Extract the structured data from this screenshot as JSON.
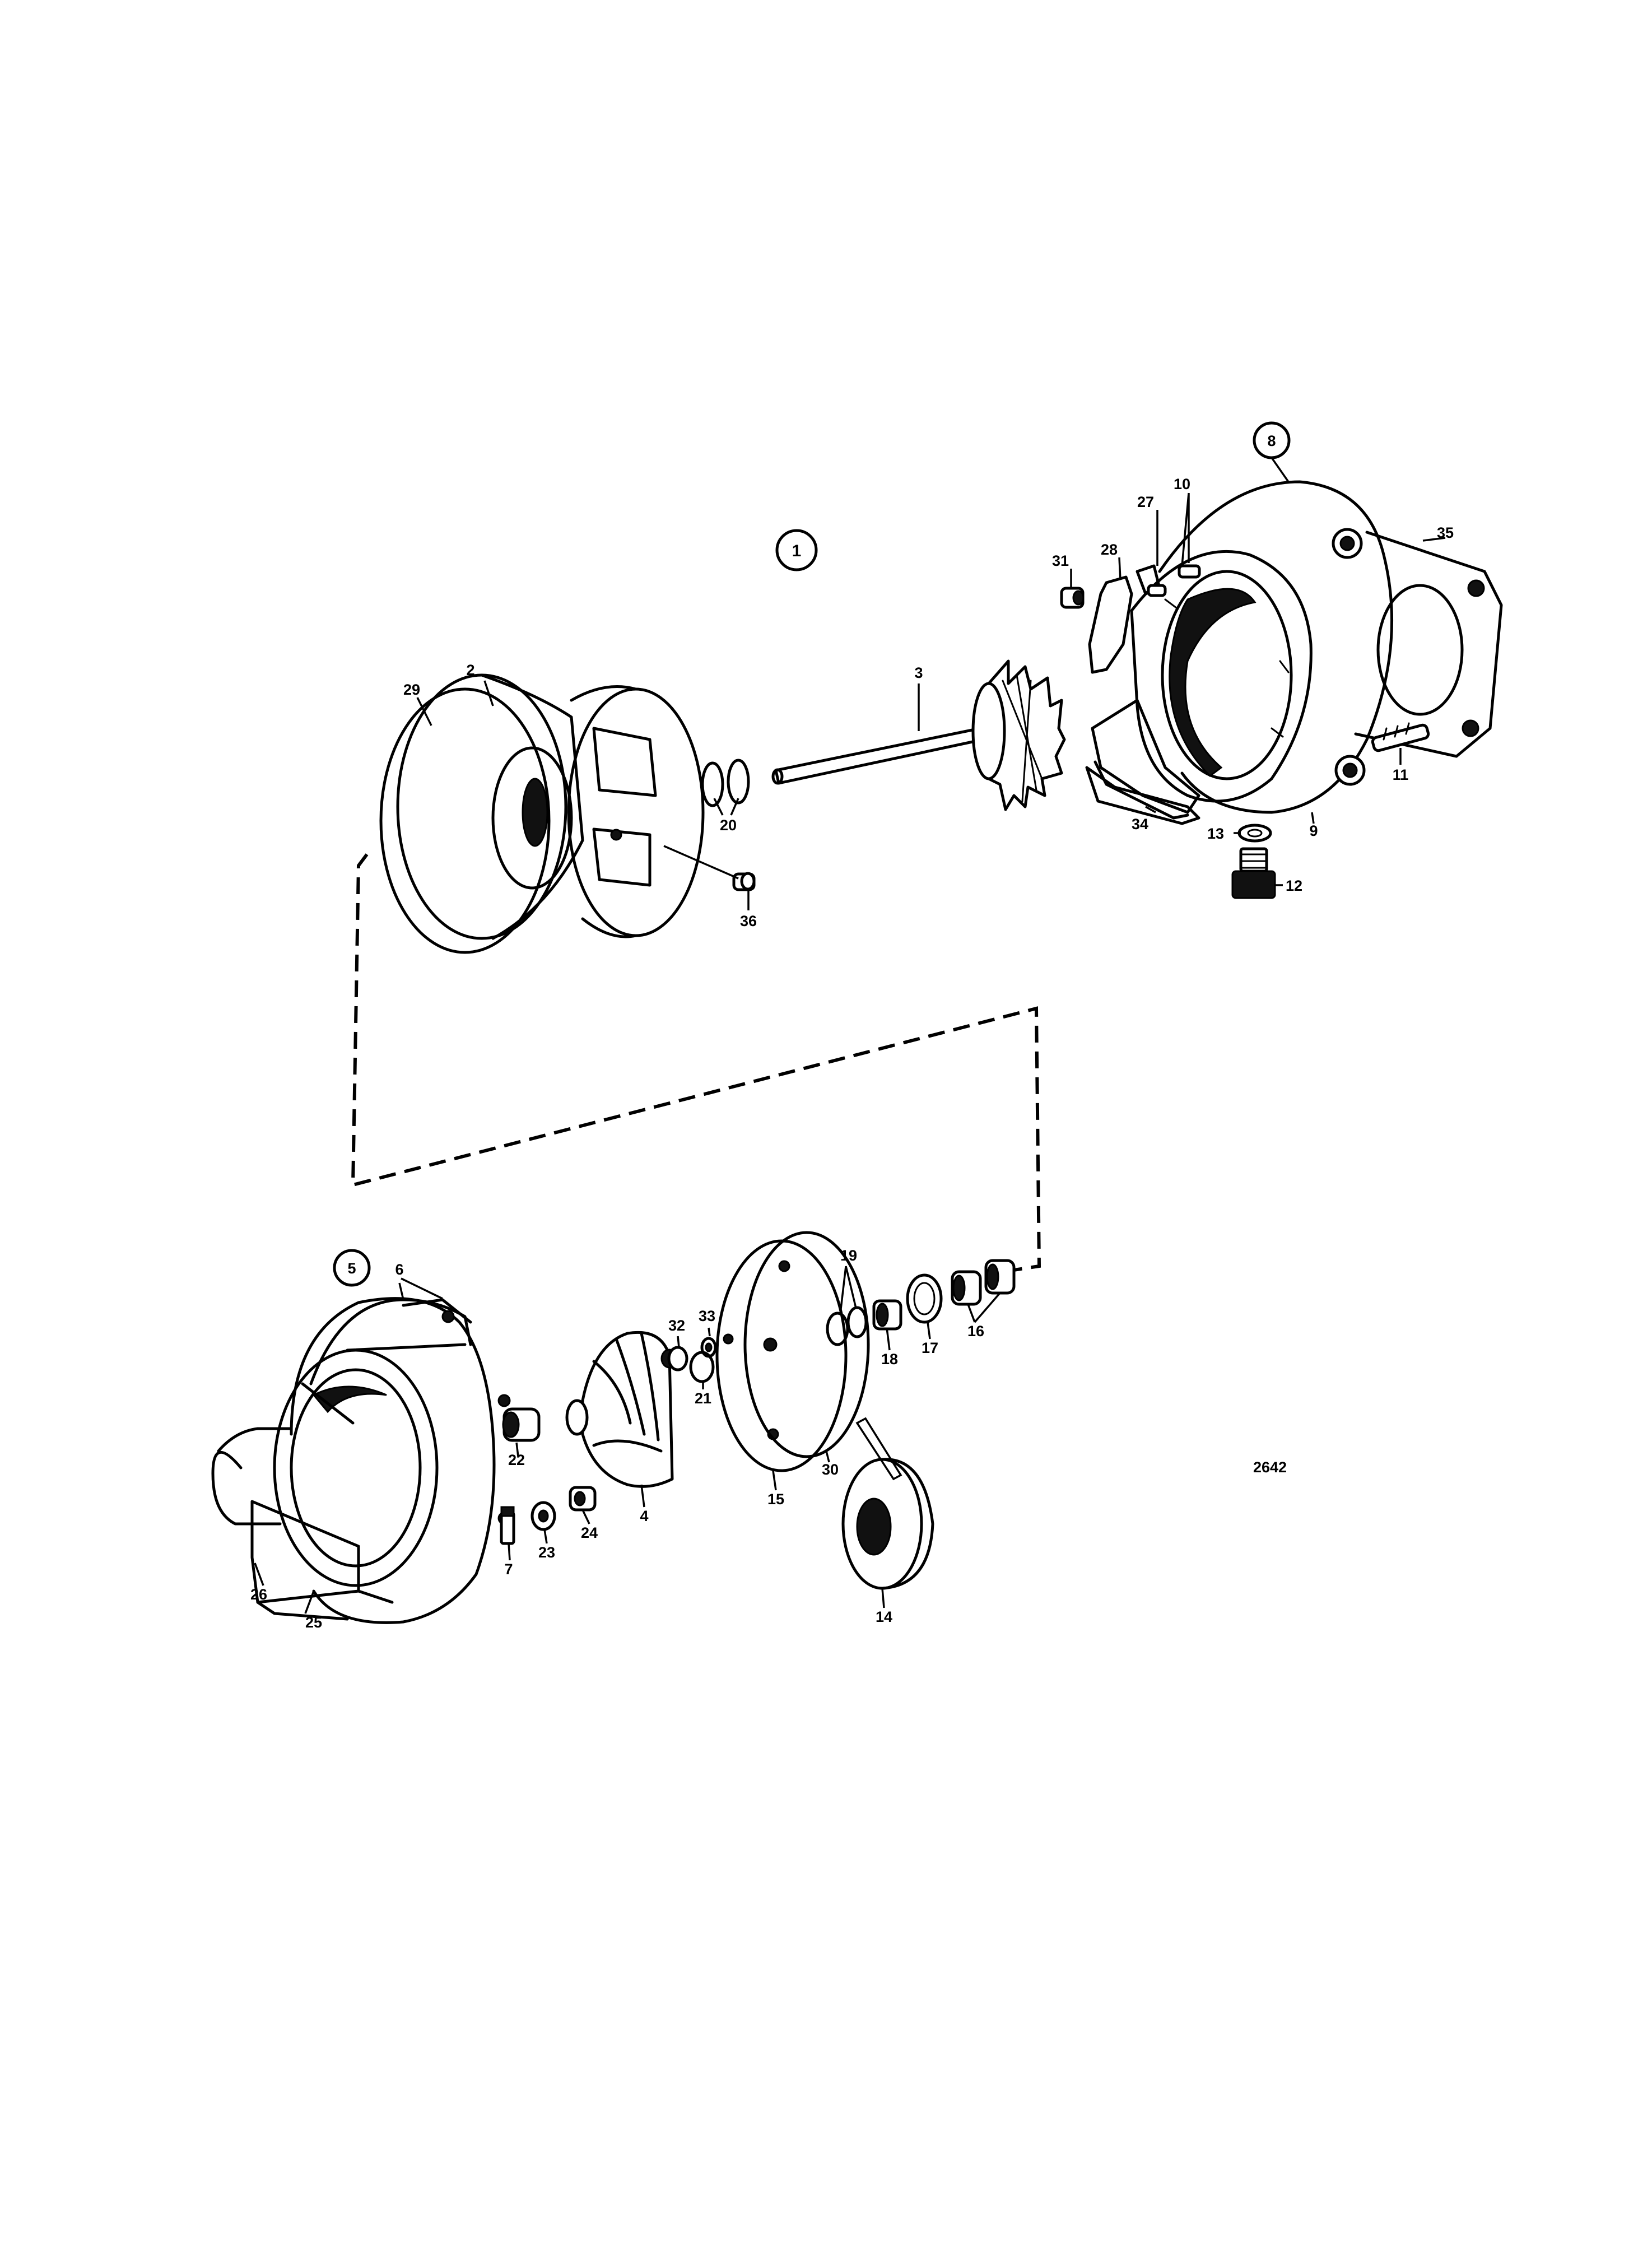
{
  "figure_code": "2642",
  "callouts": {
    "c1": "1",
    "c2": "2",
    "c3": "3",
    "c4": "4",
    "c5": "5",
    "c6": "6",
    "c7": "7",
    "c8": "8",
    "c9": "9",
    "c10": "10",
    "c11": "11",
    "c12": "12",
    "c13": "13",
    "c14": "14",
    "c15": "15",
    "c16": "16",
    "c17": "17",
    "c18": "18",
    "c19": "19",
    "c20": "20",
    "c21": "21",
    "c22": "22",
    "c23": "23",
    "c24": "24",
    "c25": "25",
    "c26": "26",
    "c27": "27",
    "c28": "28",
    "c29": "29",
    "c30": "30",
    "c31": "31",
    "c32": "32",
    "c33": "33",
    "c34": "34",
    "c35": "35",
    "c36": "36"
  }
}
